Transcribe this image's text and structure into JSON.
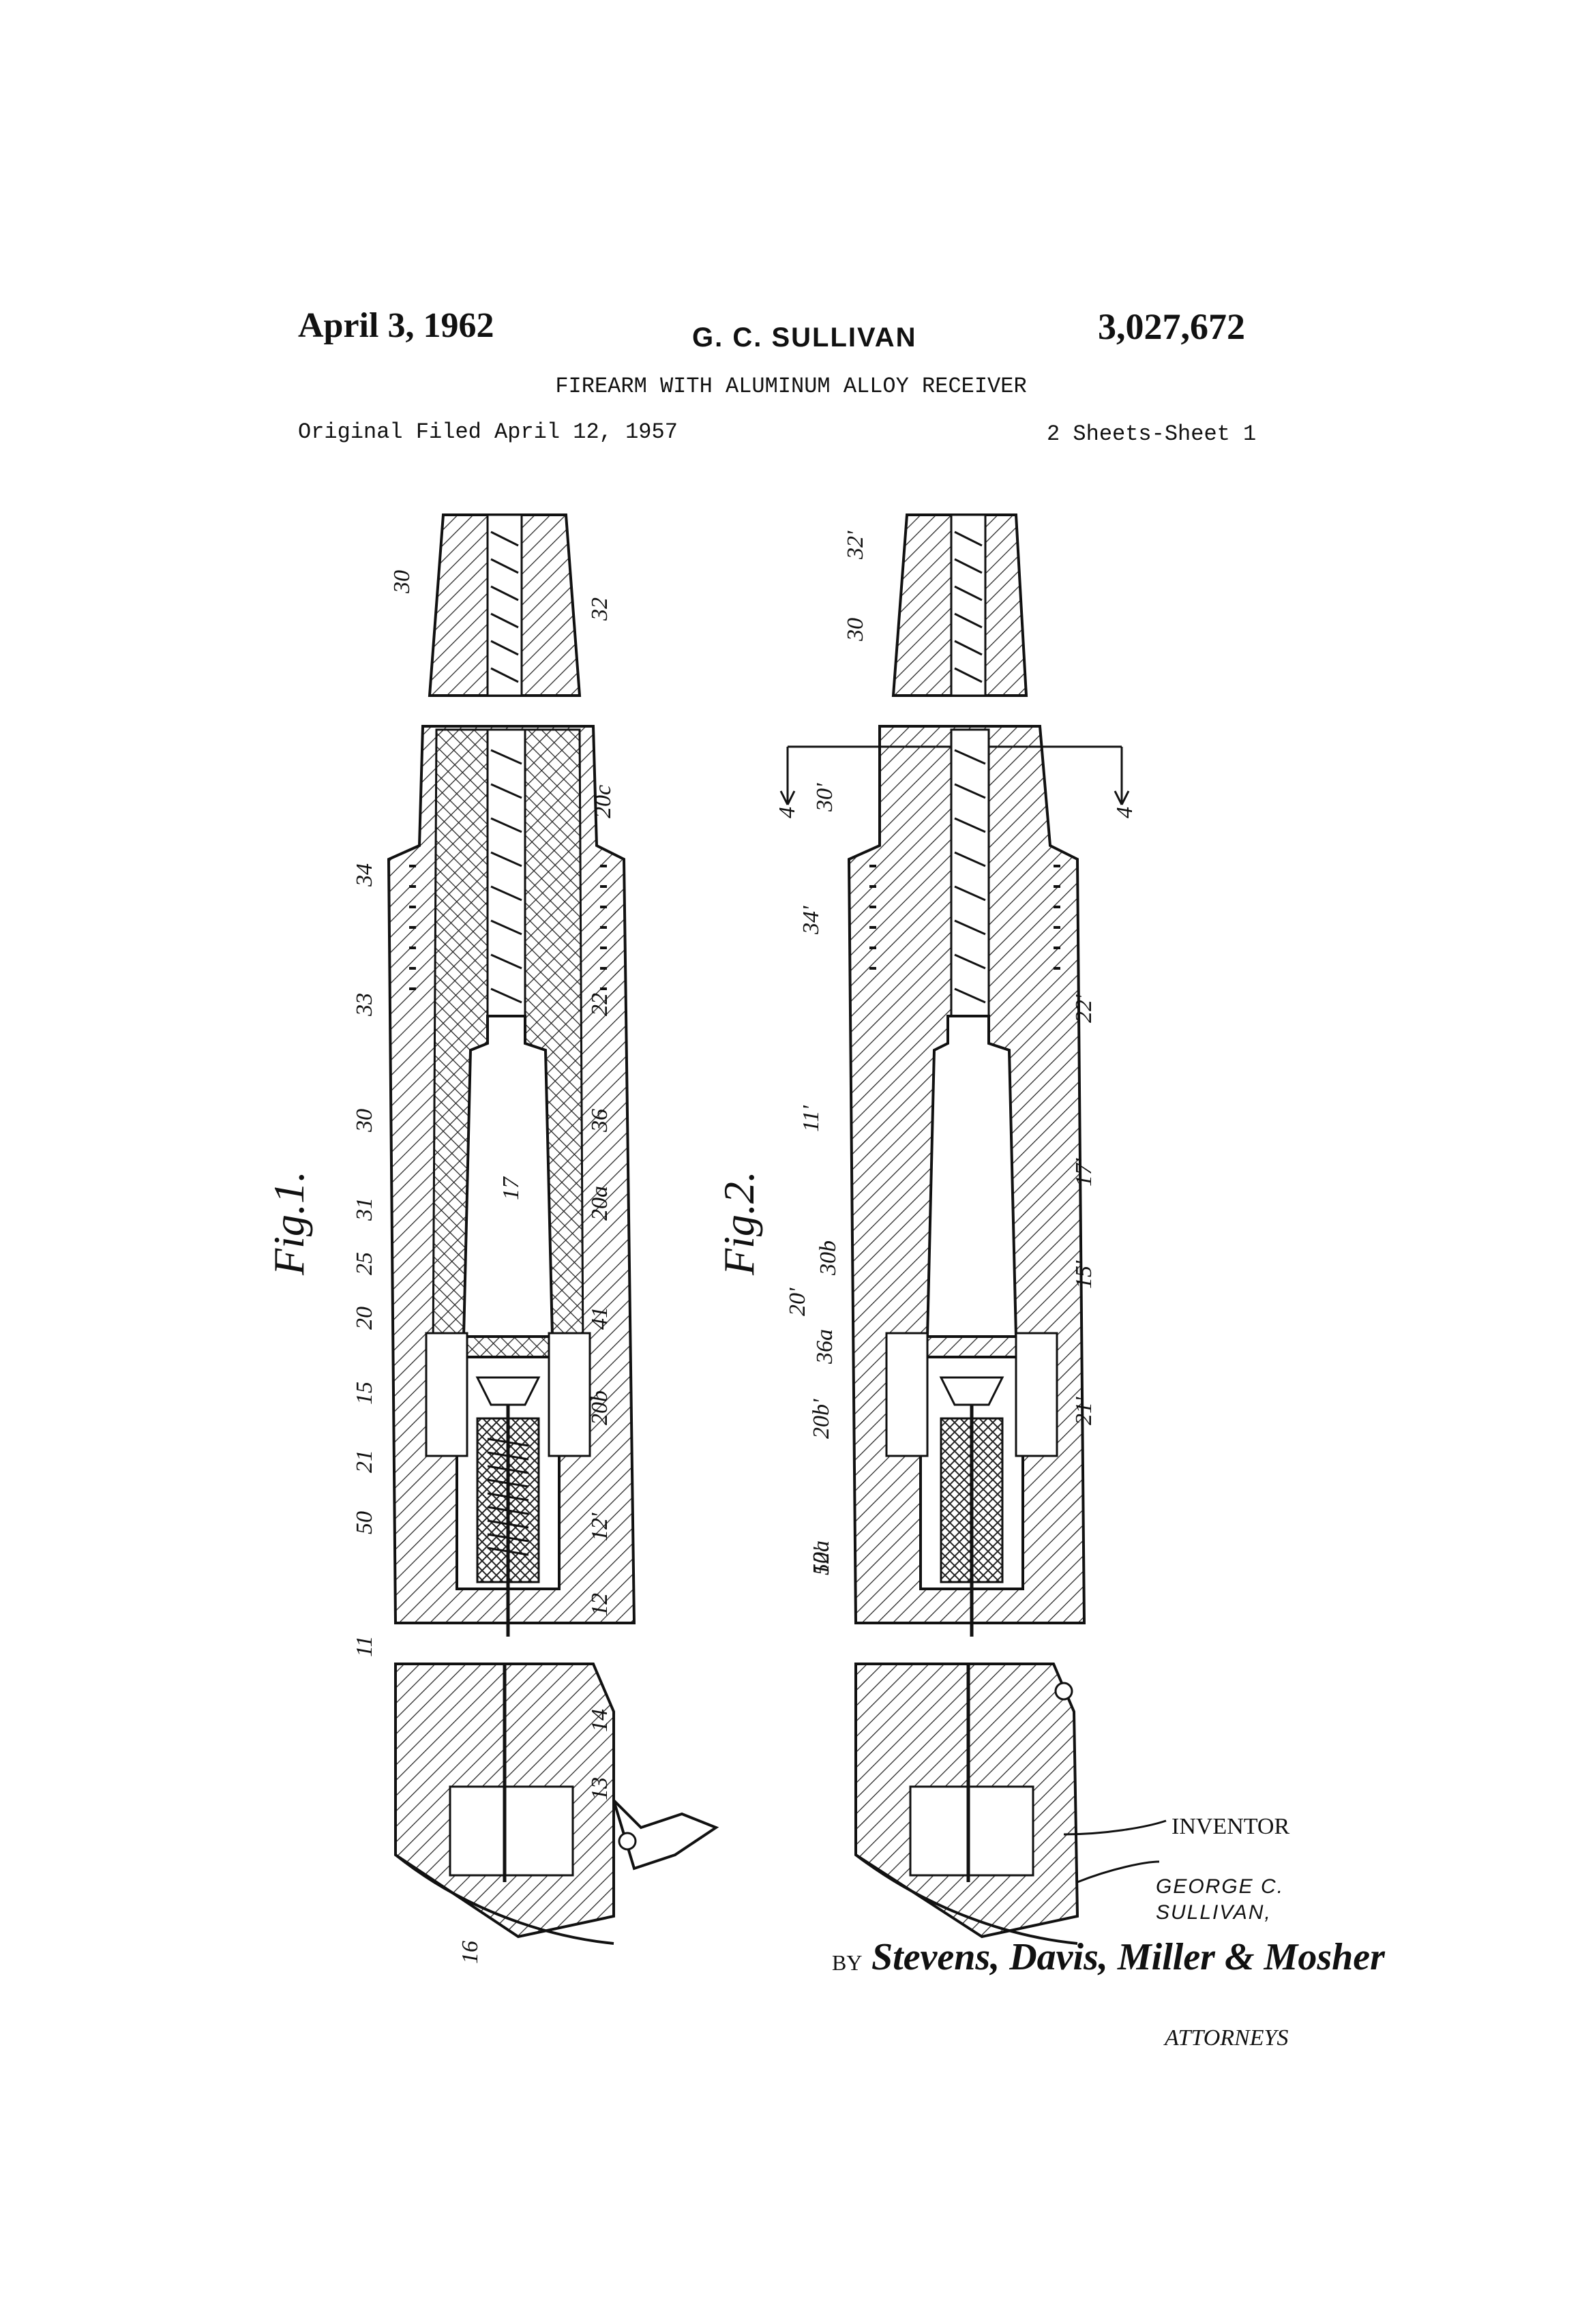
{
  "header": {
    "date": "April 3, 1962",
    "inventor": "G. C. SULLIVAN",
    "patent_number": "3,027,672",
    "title": "FIREARM WITH ALUMINUM ALLOY RECEIVER",
    "filed": "Original Filed April 12, 1957",
    "sheets": "2 Sheets-Sheet 1"
  },
  "figures": {
    "fig1": {
      "label": "Fig.1.",
      "refs": [
        "30",
        "32",
        "20c",
        "34",
        "33",
        "22",
        "30",
        "36",
        "20a",
        "17",
        "31",
        "25",
        "20",
        "41",
        "15",
        "20b",
        "21",
        "12'",
        "50",
        "12",
        "11",
        "14",
        "13",
        "16"
      ]
    },
    "fig2": {
      "label": "Fig.2.",
      "refs": [
        "32'",
        "30",
        "4",
        "4",
        "30'",
        "34'",
        "22'",
        "11'",
        "17'",
        "30b",
        "20'",
        "15'",
        "36a",
        "21'",
        "20b'",
        "50'",
        "12a"
      ]
    }
  },
  "footer": {
    "inventor_label": "INVENTOR",
    "inventor_name_line1": "GEORGE C.",
    "inventor_name_line2": "SULLIVAN,",
    "by": "BY",
    "attorneys_signature": "Stevens, Davis, Miller & Mosher",
    "attorneys_label": "ATTORNEYS"
  }
}
